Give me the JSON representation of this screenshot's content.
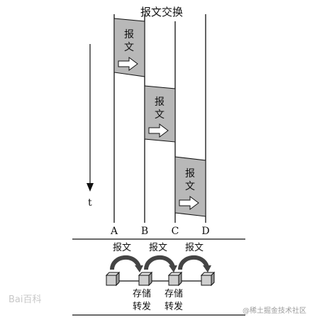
{
  "title": "报文交换",
  "time_label": "t",
  "nodes": [
    "A",
    "B",
    "C",
    "D"
  ],
  "message_label": "报文",
  "message_label_chars": [
    "报",
    "文"
  ],
  "store_forward": {
    "line1": "存储",
    "line2": "转发"
  },
  "watermark_left": "Bai百科",
  "watermark_right": "@稀土掘金技术社区",
  "colors": {
    "packet_fill": "#b8b8b8",
    "line": "#111111",
    "watermark": "#bdbdbd"
  },
  "icons": [
    "arrow-right-icon",
    "curved-arrow-icon",
    "node-cube-icon",
    "time-arrow-icon"
  ]
}
